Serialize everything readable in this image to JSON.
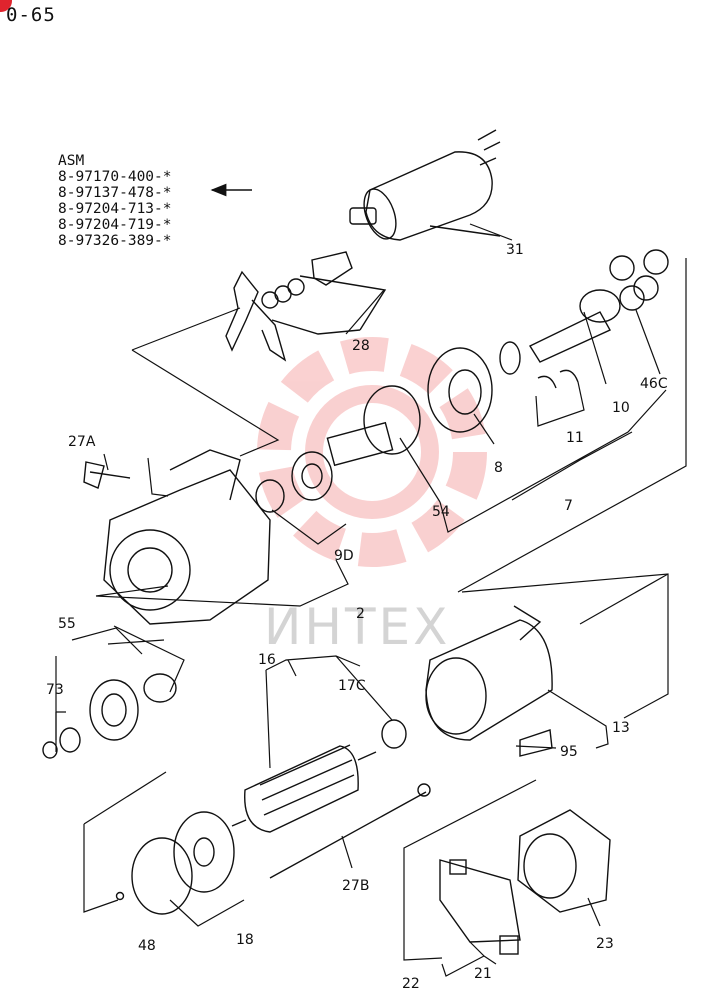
{
  "page": {
    "number": "0-65"
  },
  "assembly": {
    "label": "ASM",
    "part_numbers": [
      "8-97170-400-*",
      "8-97137-478-*",
      "8-97204-713-*",
      "8-97204-719-*",
      "8-97326-389-*"
    ]
  },
  "watermark": {
    "text": "ИНТЕХ",
    "color": "#f07a7a"
  },
  "callouts": {
    "c31": "31",
    "c28": "28",
    "c27A": "27A",
    "c9D": "9D",
    "c54": "54",
    "c8": "8",
    "c11": "11",
    "c10": "10",
    "c46C": "46C",
    "c7": "7",
    "c2": "2",
    "c55": "55",
    "c73": "73",
    "c16": "16",
    "c17C": "17C",
    "c13": "13",
    "c95": "95",
    "c27B": "27B",
    "c48": "48",
    "c18": "18",
    "c23": "23",
    "c22": "22",
    "c21": "21"
  }
}
